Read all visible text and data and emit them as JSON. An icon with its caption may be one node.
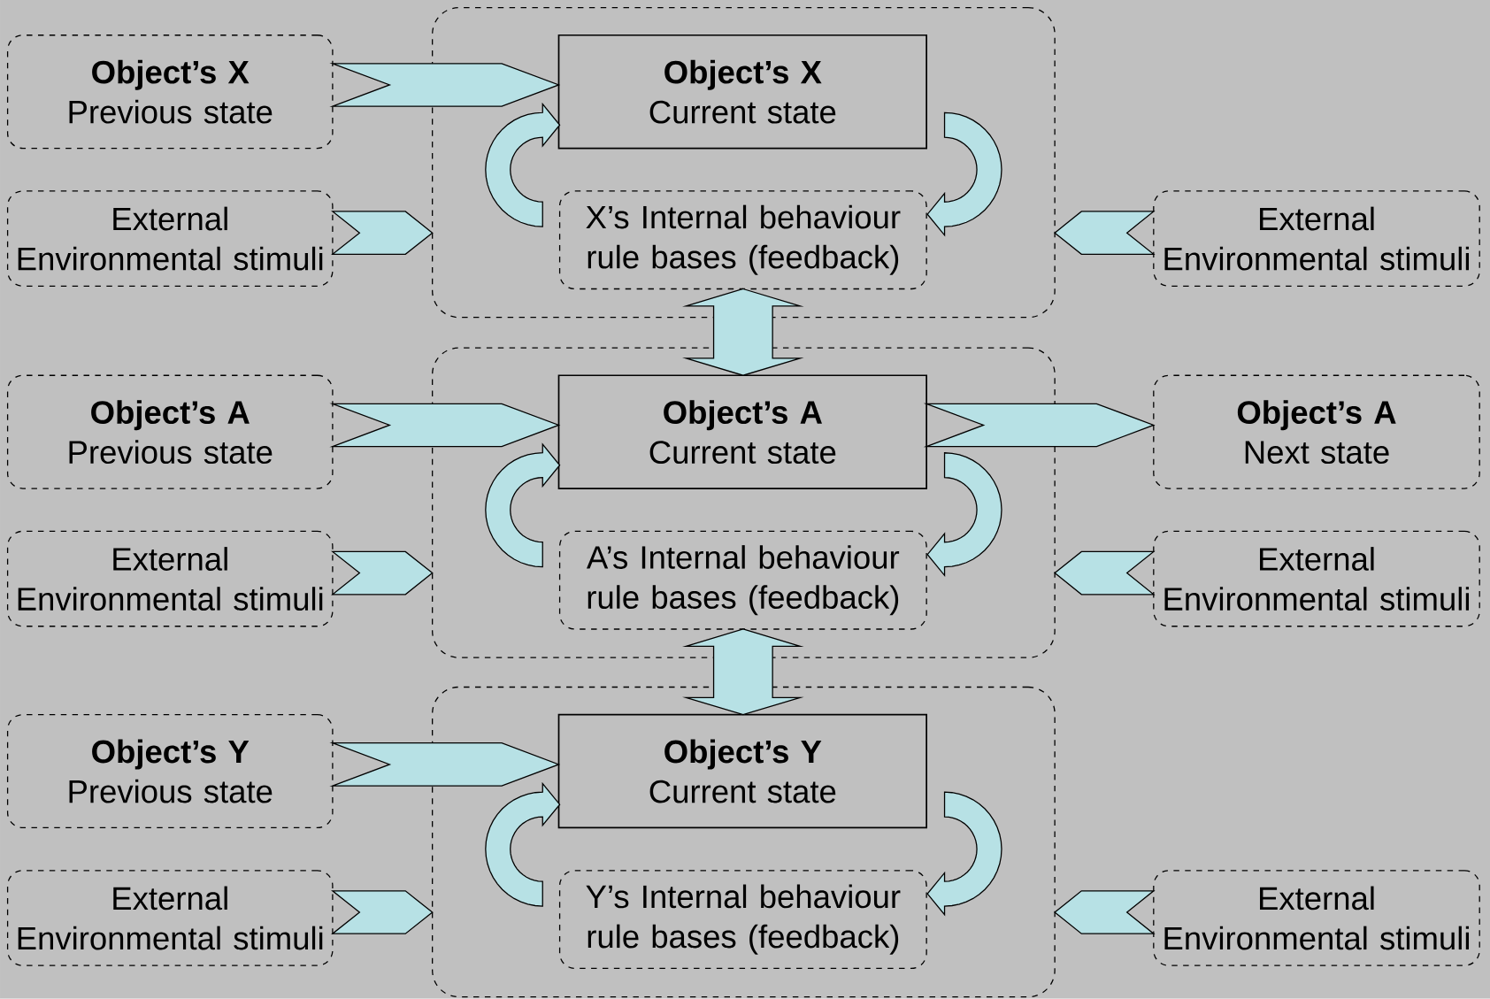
{
  "diagram": {
    "nodes": [
      {
        "text": [],
        "shape": "box"
      },
      {
        "text": [
          "Object’s X",
          "Previous state"
        ]
      },
      {
        "text": [
          "Object’s X",
          "Current state"
        ],
        "in": 0
      },
      {
        "text": [
          "External Environmental stimuli"
        ]
      },
      {
        "text": [
          "X’s Internal behaviour rule bases (feedback)"
        ],
        "in": 0
      },
      {
        "text": [
          "External Environmental stimuli"
        ]
      },
      {
        "text": [],
        "shape": "box"
      },
      {
        "text": [
          "Object’s A",
          "Previous state"
        ]
      },
      {
        "text": [
          "Object’s A",
          "Current state"
        ],
        "in": 6
      },
      {
        "text": [
          "Object’s A",
          "Next state"
        ]
      },
      {
        "text": [
          "External Environmental stimuli"
        ]
      },
      {
        "text": [
          "A’s Internal behaviour rule bases (feedback)"
        ],
        "in": 6
      },
      {
        "text": [
          "External Environmental stimuli"
        ]
      },
      {
        "text": [],
        "shape": "box"
      },
      {
        "text": [
          "Object’s Y",
          "Previous state"
        ]
      },
      {
        "text": [
          "Object’s Y",
          "Current state"
        ],
        "in": 13
      },
      {
        "text": [
          "External Environmental stimuli"
        ]
      },
      {
        "text": [
          "Y’s Internal behaviour rule bases (feedback)"
        ],
        "in": 13
      },
      {
        "text": [
          "External Environmental stimuli"
        ]
      }
    ],
    "edges": [
      {
        "from": 1,
        "to": 2,
        "arrow": "to"
      },
      {
        "from": 3,
        "to": 0,
        "arrow": "to"
      },
      {
        "from": 5,
        "to": 0,
        "arrow": "to"
      },
      {
        "from": 2,
        "to": 4,
        "arrow": "to"
      },
      {
        "from": 4,
        "to": 2,
        "arrow": "to"
      },
      {
        "from": 4,
        "to": 8,
        "arrow": "both"
      },
      {
        "from": 7,
        "to": 8,
        "arrow": "to"
      },
      {
        "from": 8,
        "to": 9,
        "arrow": "to"
      },
      {
        "from": 10,
        "to": 6,
        "arrow": "to"
      },
      {
        "from": 12,
        "to": 6,
        "arrow": "to"
      },
      {
        "from": 8,
        "to": 11,
        "arrow": "to"
      },
      {
        "from": 11,
        "to": 8,
        "arrow": "to"
      },
      {
        "from": 11,
        "to": 15,
        "arrow": "both"
      },
      {
        "from": 14,
        "to": 15,
        "arrow": "to"
      },
      {
        "from": 16,
        "to": 13,
        "arrow": "to"
      },
      {
        "from": 18,
        "to": 13,
        "arrow": "to"
      },
      {
        "from": 15,
        "to": 17,
        "arrow": "to"
      },
      {
        "from": 17,
        "to": 15,
        "arrow": "to"
      }
    ]
  }
}
